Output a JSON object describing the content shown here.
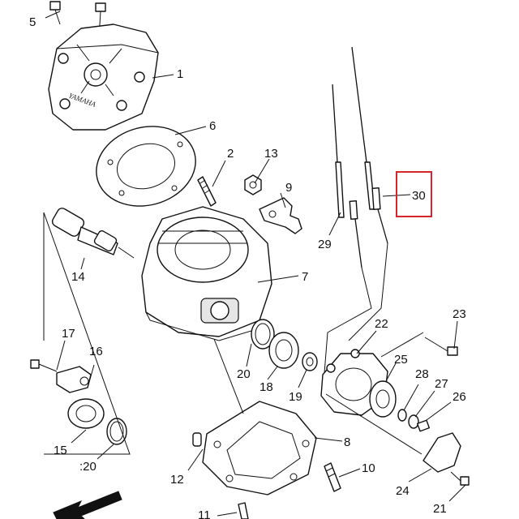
{
  "diagram": {
    "callouts": [
      {
        "id": "c1",
        "label": "1"
      },
      {
        "id": "c2",
        "label": "2"
      },
      {
        "id": "c5",
        "label": "5"
      },
      {
        "id": "c6",
        "label": "6"
      },
      {
        "id": "c7",
        "label": "7"
      },
      {
        "id": "c8",
        "label": "8"
      },
      {
        "id": "c9",
        "label": "9"
      },
      {
        "id": "c10",
        "label": "10"
      },
      {
        "id": "c11",
        "label": "11"
      },
      {
        "id": "c12",
        "label": "12"
      },
      {
        "id": "c13",
        "label": "13"
      },
      {
        "id": "c14",
        "label": "14"
      },
      {
        "id": "c15",
        "label": "15"
      },
      {
        "id": "c16",
        "label": "16"
      },
      {
        "id": "c17",
        "label": "17"
      },
      {
        "id": "c18",
        "label": "18"
      },
      {
        "id": "c19",
        "label": "19"
      },
      {
        "id": "c20a",
        "label": "20"
      },
      {
        "id": "c20b",
        "label": ":20"
      },
      {
        "id": "c21",
        "label": "21"
      },
      {
        "id": "c22",
        "label": "22"
      },
      {
        "id": "c23",
        "label": "23"
      },
      {
        "id": "c24",
        "label": "24"
      },
      {
        "id": "c25",
        "label": "25"
      },
      {
        "id": "c26",
        "label": "26"
      },
      {
        "id": "c27",
        "label": "27"
      },
      {
        "id": "c28",
        "label": "28"
      },
      {
        "id": "c29",
        "label": "29"
      },
      {
        "id": "c30",
        "label": "30"
      }
    ],
    "highlight": {
      "label": "30",
      "color": "#d9252a"
    },
    "head_stamp": "YAMAHA"
  }
}
